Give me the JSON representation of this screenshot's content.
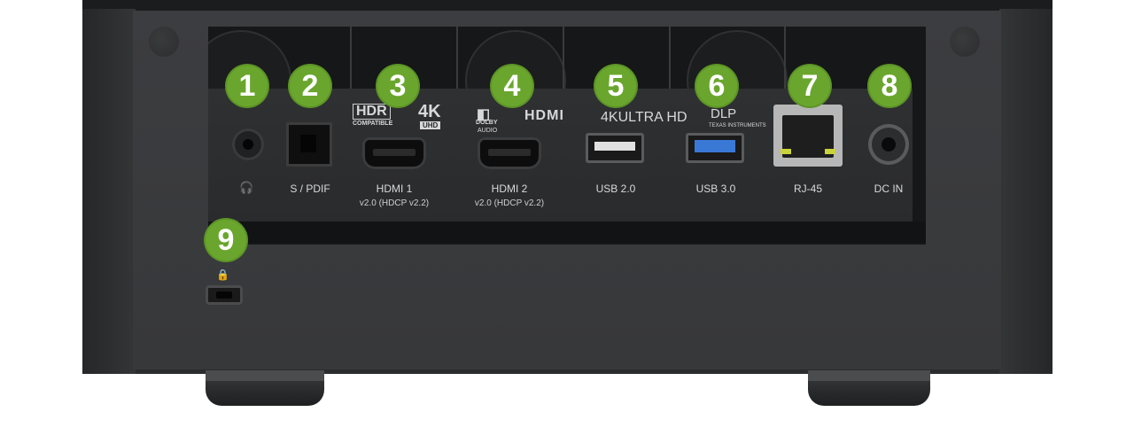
{
  "colors": {
    "badge": "#6aa62e",
    "panel": "#161718",
    "chassis": "#37383a"
  },
  "badges": [
    "1",
    "2",
    "3",
    "4",
    "5",
    "6",
    "7",
    "8",
    "9"
  ],
  "labels": {
    "headphone_icon": "headphone-icon",
    "spdif": "S / PDIF",
    "hdmi1": "HDMI 1",
    "hdmi1_sub": "v2.0 (HDCP v2.2)",
    "hdmi2": "HDMI 2",
    "hdmi2_sub": "v2.0 (HDCP v2.2)",
    "usb2": "USB 2.0",
    "usb3": "USB 3.0",
    "rj45": "RJ-45",
    "dcin": "DC IN"
  },
  "logos": {
    "hdr": "HDR",
    "hdr_sub": "COMPATIBLE",
    "uhd4k": "4K",
    "uhd4k_sub": "UHD",
    "dolby": "DOLBY",
    "dolby_sub": "AUDIO",
    "hdmi": "HDMI",
    "ultrahd": "4KULTRA HD",
    "dlp": "DLP",
    "dlp_sub": "TEXAS INSTRUMENTS"
  }
}
